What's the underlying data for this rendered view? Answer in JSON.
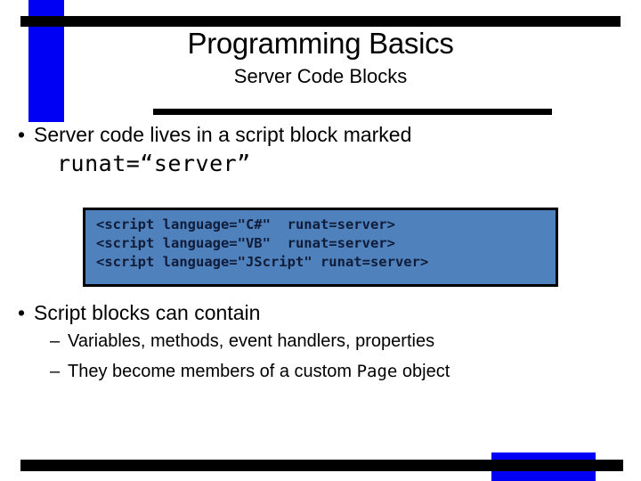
{
  "slide": {
    "title": "Programming Basics",
    "subtitle": "Server Code Blocks",
    "accent_blue": "#0000f5",
    "code_box_fill": "#4f81bd",
    "rule_color": "#000000"
  },
  "bullets": {
    "bullet_marker": "•",
    "dash_marker": "–",
    "first": {
      "text": "Server code lives in a script block marked",
      "continuation": "runat=“server”"
    },
    "second": {
      "text": "Script blocks can contain",
      "sub": [
        {
          "text": "Variables, methods, event handlers, properties"
        },
        {
          "prefix": "They become members of a custom ",
          "mono": "Page",
          "suffix": " object"
        }
      ]
    }
  },
  "code_block": {
    "lines": [
      "<script language=\"C#\"  runat=server>",
      "<script language=\"VB\"  runat=server>",
      "<script language=\"JScript\" runat=server>"
    ]
  }
}
